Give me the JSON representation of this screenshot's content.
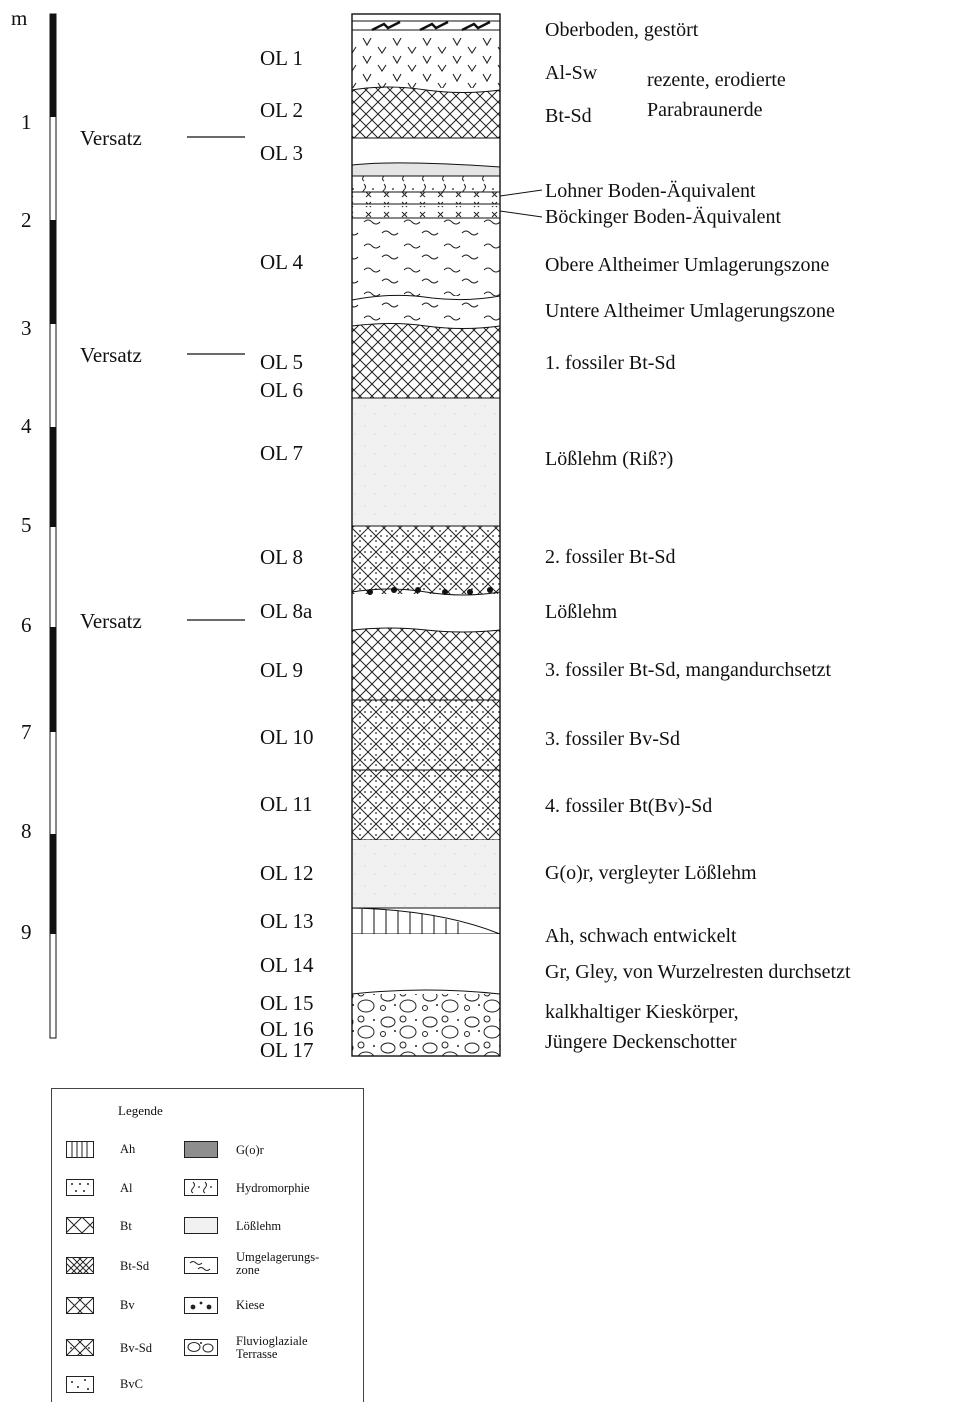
{
  "scale": {
    "unit": "m",
    "depth_labels": [
      "1",
      "2",
      "3",
      "4",
      "5",
      "6",
      "7",
      "8",
      "9"
    ]
  },
  "versatz": [
    "Versatz",
    "Versatz",
    "Versatz"
  ],
  "horizons": [
    "OL 1",
    "OL 2",
    "OL 3",
    "OL 4",
    "OL 5",
    "OL 6",
    "OL 7",
    "OL 8",
    "OL 8a",
    "OL 9",
    "OL 10",
    "OL 11",
    "OL 12",
    "OL 13",
    "OL 14",
    "OL 15",
    "OL 16",
    "OL 17"
  ],
  "descriptions": {
    "oberboden": "Oberboden, gestört",
    "al_sw": "Al-Sw",
    "rezente": "rezente, erodierte",
    "bt_sd": "Bt-Sd",
    "parabraunerde": "Parabraunerde",
    "lohner": "Lohner Boden-Äquivalent",
    "boeckinger": "Böckinger Boden-Äquivalent",
    "obere": "Obere Altheimer Umlagerungszone",
    "untere": "Untere Altheimer Umlagerungszone",
    "fossil1": "1. fossiler Bt-Sd",
    "loesslehm_riss": "Lößlehm (Riß?)",
    "fossil2": "2. fossiler Bt-Sd",
    "loesslehm": "Lößlehm",
    "fossil3": "3. fossiler Bt-Sd, mangandurchsetzt",
    "fossil3bv": "3. fossiler Bv-Sd",
    "fossil4": "4. fossiler Bt(Bv)-Sd",
    "gor": "G(o)r, vergleyter Lößlehm",
    "ah": "Ah, schwach entwickelt",
    "gr": "Gr, Gley, von Wurzelresten durchsetzt",
    "kies1": "kalkhaltiger Kieskörper,",
    "kies2": "Jüngere Deckenschotter"
  },
  "legend": {
    "title": "Legende",
    "items": [
      "Ah",
      "Al",
      "Bt",
      "Bt-Sd",
      "Bv",
      "Bv-Sd",
      "BvC",
      "G(o)r",
      "Hydromorphie",
      "Lößlehm",
      "Umgelagerungs- zone",
      "Kiese",
      "Fluvioglaziale Terrasse"
    ]
  },
  "colors": {
    "ink": "#1a1a1a",
    "loess_fill": "#efefef",
    "gor_fill": "#8e8e8e"
  }
}
